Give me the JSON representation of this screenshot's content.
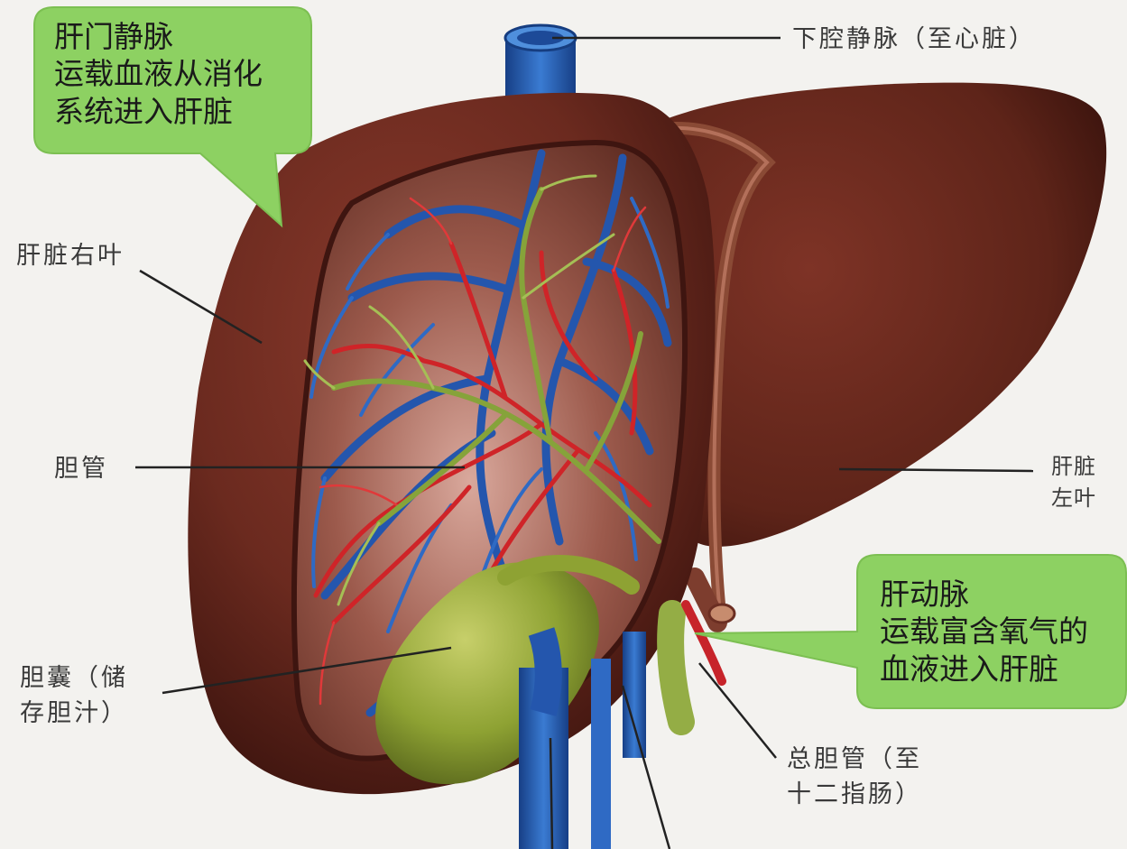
{
  "callouts": {
    "portal_vein": {
      "title": "肝门静脉",
      "line1": "运载血液从消化",
      "line2": "系统进入肝脏"
    },
    "hepatic_artery": {
      "title": "肝动脉",
      "line1": "运载富含氧气的",
      "line2": "血液进入肝脏"
    }
  },
  "labels": {
    "ivc": "下腔静脉（至心脏）",
    "right_lobe": "肝脏右叶",
    "bile_duct": "胆管",
    "left_lobe_1": "肝脏",
    "left_lobe_2": "左叶",
    "gallbladder_1": "胆囊（储",
    "gallbladder_2": "存胆汁）",
    "common_bile_duct_1": "总胆管（至",
    "common_bile_duct_2": "十二指肠）"
  },
  "colors": {
    "callout_green": "#8dd162",
    "liver_dark": "#5a2118",
    "liver_mid": "#7b3024",
    "vein_blue": "#2b63b8",
    "artery_red": "#d1262a",
    "duct_green": "#8aa83c"
  }
}
